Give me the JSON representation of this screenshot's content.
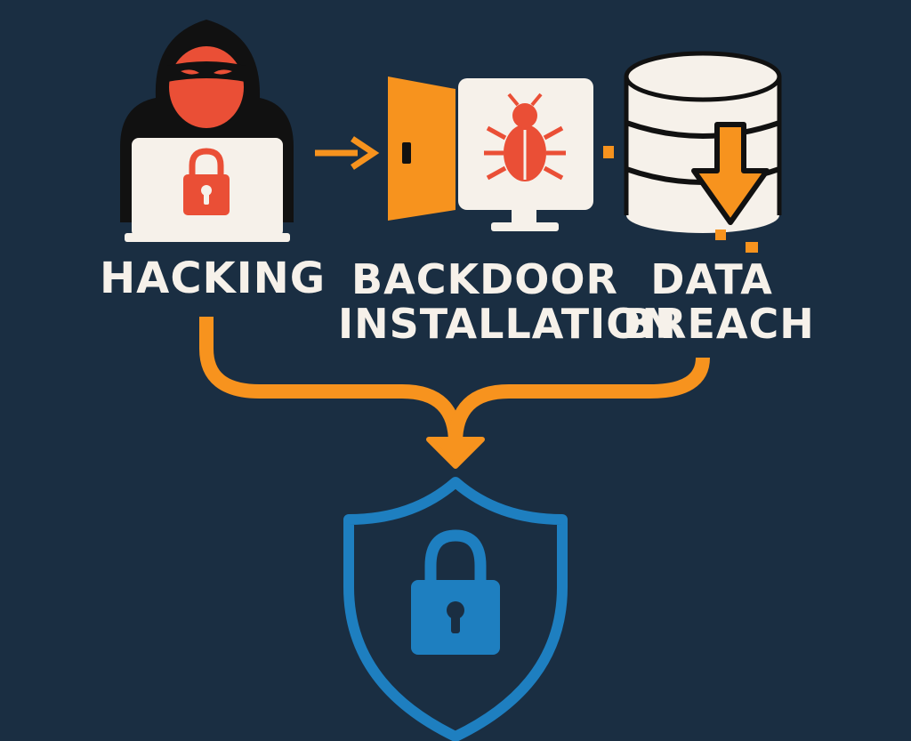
{
  "steps": {
    "hacking": {
      "line1": "HACKING"
    },
    "backdoor": {
      "line1": "BACKDOOR",
      "line2": "INSTALLATION"
    },
    "breach": {
      "line1": "DATA",
      "line2": "BREACH"
    }
  },
  "colors": {
    "background": "#1a2e42",
    "accent_orange": "#f7931e",
    "accent_red": "#ea4f36",
    "shield_blue": "#1e7fc0",
    "light": "#f6f1ea",
    "dark": "#111111"
  },
  "icons": {
    "hacker": "hacker-icon",
    "laptop_lock": "padlock-icon",
    "door": "door-icon",
    "monitor_bug": "bug-icon",
    "database": "database-icon",
    "download": "download-arrow-icon",
    "shield": "shield-lock-icon"
  }
}
